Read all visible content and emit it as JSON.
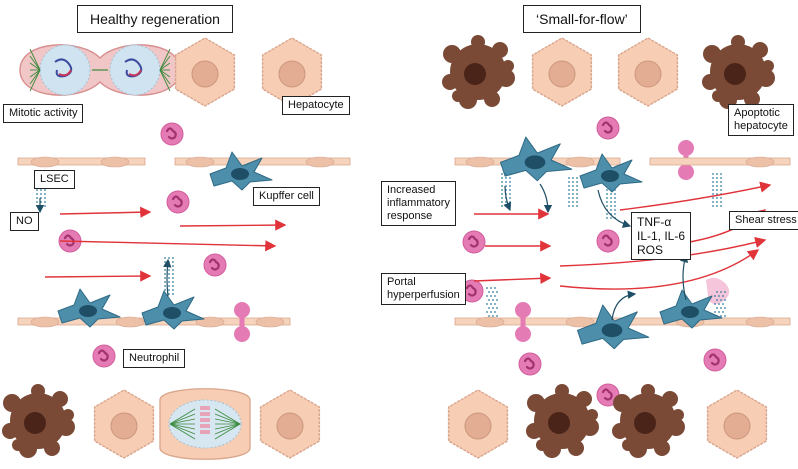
{
  "panels": {
    "left": {
      "title": "Healthy regeneration",
      "labels": {
        "mitotic": "Mitotic activity",
        "hepatocyte": "Hepatocyte",
        "lsec": "LSEC",
        "no": "NO",
        "kupffer": "Kupffer cell",
        "neutrophil": "Neutrophil"
      }
    },
    "right": {
      "title": "‘Small-for-flow’",
      "labels": {
        "apoptotic": "Apoptotic\nhepatocyte",
        "inflammatory": "Increased\ninflammatory\nresponse",
        "cytokine_1": "TNF-α",
        "cytokine_2": "IL-1, IL-6",
        "cytokine_3": "ROS",
        "shear": "Shear stress",
        "portal": "Portal\nhyperperfusion"
      }
    }
  },
  "colors": {
    "hepatocyte": "#f7cdb4",
    "nucleus": "#e3ad93",
    "apoptotic": "#7a4a36",
    "kupffer": "#4d8eab",
    "neutrophil": "#e47bb4",
    "lsec": "#f6d3bd",
    "flow_arrow": "#e0333a",
    "no_dots": "#2f7f9e"
  }
}
